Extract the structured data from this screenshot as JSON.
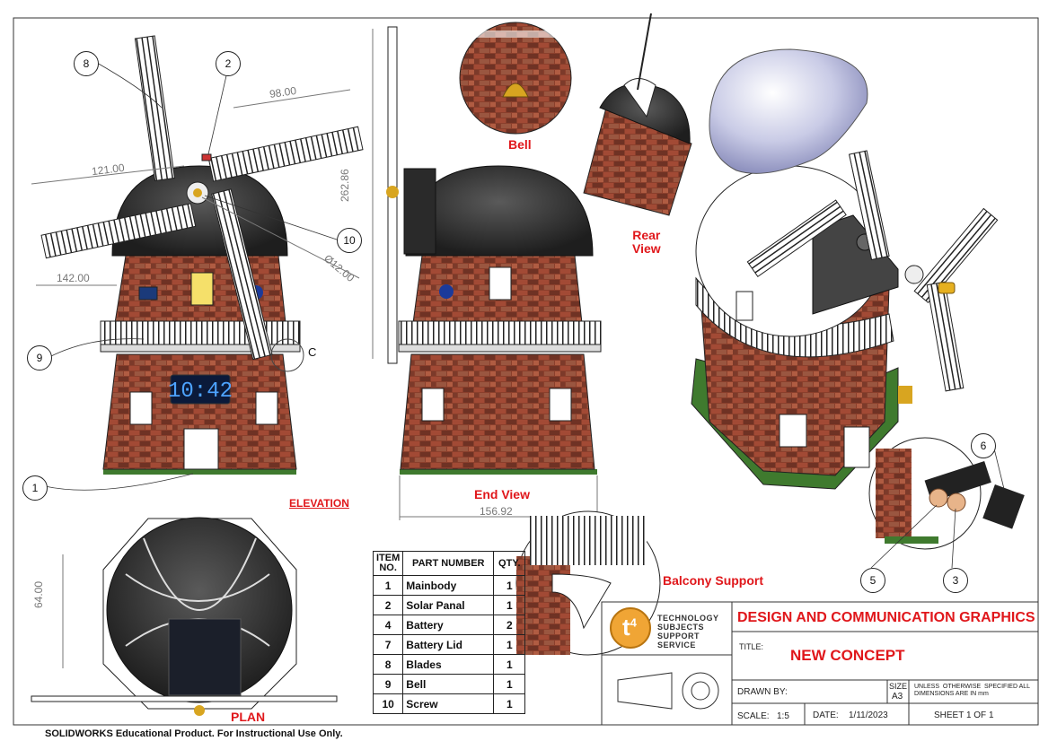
{
  "views": {
    "elevation": "ELEVATION",
    "end_view": "End View",
    "plan": "PLAN",
    "bell": "Bell",
    "rear_view": "Rear\nView",
    "balcony_support": "Balcony Support"
  },
  "dimensions": {
    "d98": "98.00",
    "d121": "121.00",
    "d142": "142.00",
    "d262": "262.86",
    "dia12": "Ø12.00",
    "d156": "156.92",
    "d64": "64.00"
  },
  "detail_letter": "C",
  "balloons": {
    "b8": "8",
    "b2": "2",
    "b10": "10",
    "b9": "9",
    "b1": "1",
    "b6": "6",
    "b5": "5",
    "b3": "3"
  },
  "clock_display": "10:42",
  "bom": {
    "headers": [
      "ITEM NO.",
      "PART NUMBER",
      "QTY."
    ],
    "rows": [
      {
        "item": "1",
        "part": "Mainbody",
        "qty": "1"
      },
      {
        "item": "2",
        "part": "Solar Panal",
        "qty": "1"
      },
      {
        "item": "4",
        "part": "Battery",
        "qty": "2"
      },
      {
        "item": "7",
        "part": "Battery Lid",
        "qty": "1"
      },
      {
        "item": "8",
        "part": "Blades",
        "qty": "1"
      },
      {
        "item": "9",
        "part": "Bell",
        "qty": "1"
      },
      {
        "item": "10",
        "part": "Screw",
        "qty": "1"
      }
    ]
  },
  "title_block": {
    "logo_text": "TECHNOLOGY\nSUBJECTS\nSUPPORT\nSERVICE",
    "logo_mark": "t",
    "logo_sup": "4",
    "heading": "DESIGN AND COMMUNICATION GRAPHICS",
    "title_label": "TITLE:",
    "title_value": "NEW CONCEPT",
    "drawn_by_label": "DRAWN BY:",
    "size_label": "SIZE",
    "size_value": "A3",
    "notes": "UNLESS  OTHERWISE  SPECIFIED ALL\nDIMENSIONS ARE IN mm",
    "scale_label": "SCALE:",
    "scale_value": "1:5",
    "date_label": "DATE:",
    "date_value": "1/11/2023",
    "sheet": "SHEET 1 OF 1"
  },
  "footer": "SOLIDWORKS Educational Product. For Instructional Use Only.",
  "colors": {
    "brick": "#8a3f2c",
    "roof": "#3a3a3a",
    "accent_red": "#e0171b",
    "logo_orange": "#f0a535"
  }
}
